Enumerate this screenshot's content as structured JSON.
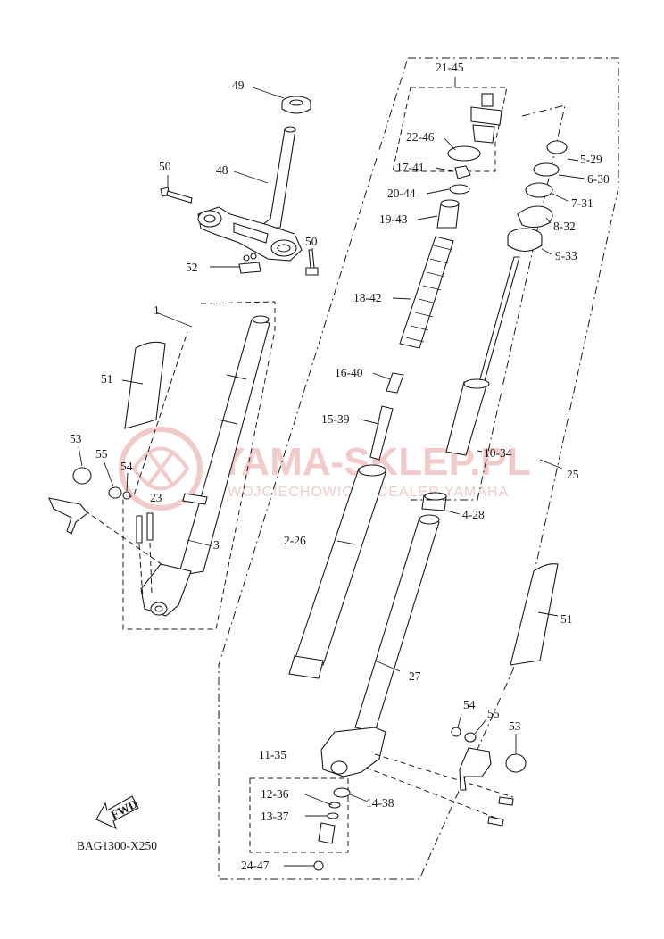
{
  "watermark": {
    "title": "YAMA-SKLEP.PL",
    "subtitle": "WOJCIECHOWICZ | DEALER YAMAHA",
    "color": "#e8a0a0"
  },
  "diagram_code": "BAG1300-X250",
  "fwd_label": "FWD",
  "callouts": {
    "c1": "1",
    "c3": "3",
    "c23": "23",
    "c48": "48",
    "c49": "49",
    "c50a": "50",
    "c50b": "50",
    "c51a": "51",
    "c51b": "51",
    "c52": "52",
    "c53a": "53",
    "c53b": "53",
    "c54a": "54",
    "c54b": "54",
    "c55a": "55",
    "c55b": "55",
    "c21_45": "21-45",
    "c22_46": "22-46",
    "c17_41": "17-41",
    "c20_44": "20-44",
    "c19_43": "19-43",
    "c18_42": "18-42",
    "c16_40": "16-40",
    "c15_39": "15-39",
    "c2_26": "2-26",
    "c27": "27",
    "c25": "25",
    "c5_29": "5-29",
    "c6_30": "6-30",
    "c7_31": "7-31",
    "c8_32": "8-32",
    "c9_33": "9-33",
    "c10_34": "10-34",
    "c4_28": "4-28",
    "c11_35": "11-35",
    "c12_36": "12-36",
    "c13_37": "13-37",
    "c14_38": "14-38",
    "c24_47": "24-47"
  }
}
